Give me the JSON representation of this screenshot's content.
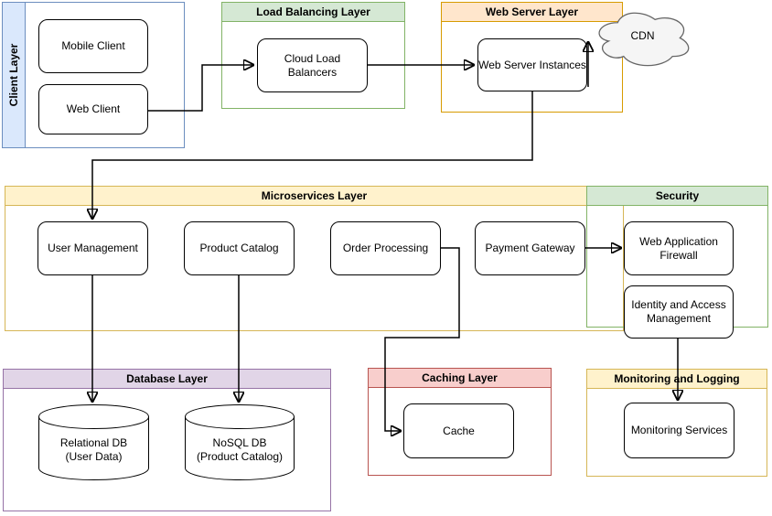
{
  "containers": {
    "client_layer": {
      "title": "Client Layer"
    },
    "load_balancing_layer": {
      "title": "Load Balancing Layer"
    },
    "web_server_layer": {
      "title": "Web Server Layer"
    },
    "microservices_layer": {
      "title": "Microservices Layer"
    },
    "security": {
      "title": "Security"
    },
    "database_layer": {
      "title": "Database Layer"
    },
    "caching_layer": {
      "title": "Caching Layer"
    },
    "monitoring_and_logging": {
      "title": "Monitoring and Logging"
    }
  },
  "nodes": {
    "mobile_client": {
      "label": "Mobile Client"
    },
    "web_client": {
      "label": "Web Client"
    },
    "cloud_load_balancers": {
      "label": "Cloud Load\nBalancers"
    },
    "web_server_instances": {
      "label": "Web Server Instances"
    },
    "cdn": {
      "label": "CDN"
    },
    "user_management": {
      "label": "User Management"
    },
    "product_catalog": {
      "label": "Product Catalog"
    },
    "order_processing": {
      "label": "Order Processing"
    },
    "payment_gateway": {
      "label": "Payment Gateway"
    },
    "web_application_firewall": {
      "label": "Web Application\nFirewall"
    },
    "identity_access_management": {
      "label": "Identity and Access\nManagement"
    },
    "cache": {
      "label": "Cache"
    },
    "monitoring_services": {
      "label": "Monitoring Services"
    },
    "relational_db": {
      "label": "Relational DB\n(User Data)"
    },
    "nosql_db": {
      "label": "NoSQL DB\n(Product Catalog)"
    }
  },
  "edges": [
    {
      "from": "Web Client",
      "to": "Cloud Load Balancers"
    },
    {
      "from": "Cloud Load Balancers",
      "to": "Web Server Instances"
    },
    {
      "from": "Web Server Instances",
      "to": "CDN"
    },
    {
      "from": "Web Server Instances",
      "to": "User Management"
    },
    {
      "from": "User Management",
      "to": "Relational DB (User Data)"
    },
    {
      "from": "Product Catalog",
      "to": "NoSQL DB (Product Catalog)"
    },
    {
      "from": "Order Processing",
      "to": "Cache"
    },
    {
      "from": "Payment Gateway",
      "to": "Web Application Firewall"
    },
    {
      "from": "Identity and Access Management",
      "to": "Monitoring Services"
    }
  ],
  "colors": {
    "blue_fill": "#dae8fc",
    "blue_stroke": "#6c8ebf",
    "green_fill": "#d5e8d4",
    "green_stroke": "#82b366",
    "orange_fill": "#ffe6cc",
    "orange_stroke": "#d79b00",
    "yellow_fill": "#fff2cc",
    "yellow_stroke": "#d6b656",
    "purple_fill": "#e1d5e7",
    "purple_stroke": "#9673a6",
    "red_fill": "#f8cecc",
    "red_stroke": "#b85450",
    "cloud_fill": "#f5f5f5",
    "cloud_stroke": "#666666",
    "edge": "#000000"
  }
}
